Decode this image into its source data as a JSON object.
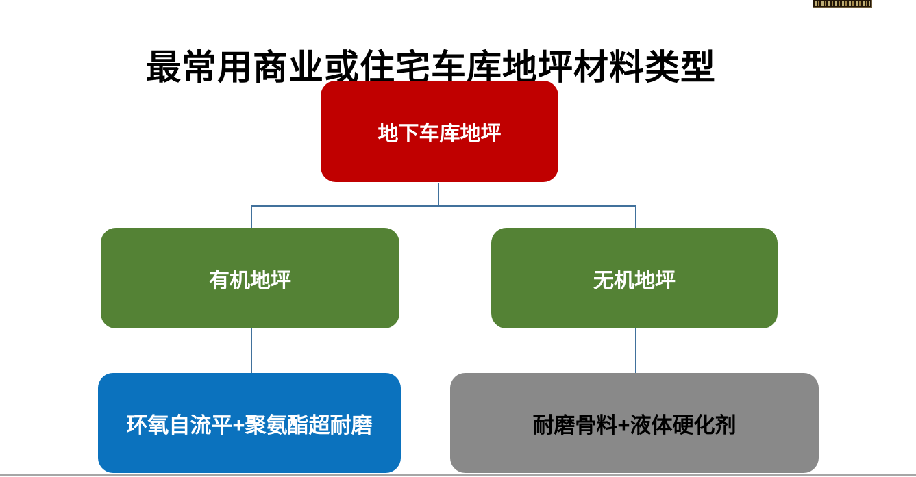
{
  "slide": {
    "title": "最常用商业或住宅车库地坪材料类型",
    "background_color": "#FFFFFF",
    "bottom_rule_color": "#A6A6A6",
    "watermark": {
      "name": "truncated-dark-gold-badge",
      "background_color": "#231709"
    }
  },
  "diagram": {
    "type": "hierarchy-flowchart",
    "connector_color": "#41719C",
    "root": {
      "label": "地下车库地坪",
      "fill_color": "#C00000",
      "text_color": "#FFFFFF"
    },
    "level2": [
      {
        "label": "有机地坪",
        "fill_color": "#548235",
        "text_color": "#FFFFFF"
      },
      {
        "label": "无机地坪",
        "fill_color": "#548235",
        "text_color": "#FFFFFF"
      }
    ],
    "level3": [
      {
        "label": "环氧自流平+聚氨酯超耐磨",
        "parent": "有机地坪",
        "fill_color": "#0B72BE",
        "text_color": "#FFFFFF"
      },
      {
        "label": "耐磨骨料+液体硬化剂",
        "parent": "无机地坪",
        "fill_color": "#898989",
        "text_color": "#000000"
      }
    ]
  }
}
